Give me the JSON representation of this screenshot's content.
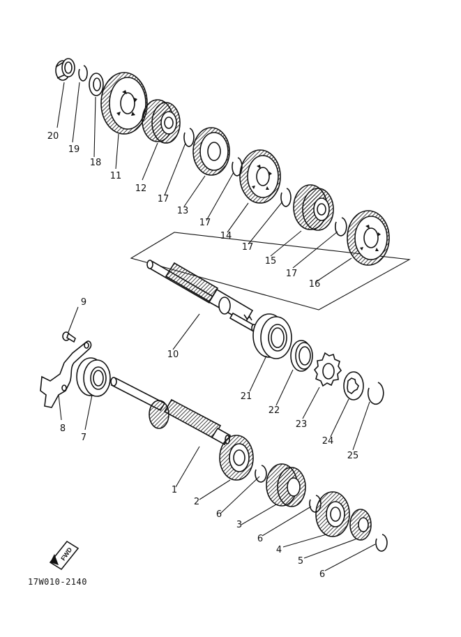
{
  "diagram": {
    "part_number": "17W010-2140",
    "direction_badge": "FWD",
    "callouts": [
      {
        "id": "c20",
        "label": "20"
      },
      {
        "id": "c19",
        "label": "19"
      },
      {
        "id": "c18",
        "label": "18"
      },
      {
        "id": "c11",
        "label": "11"
      },
      {
        "id": "c12",
        "label": "12"
      },
      {
        "id": "c17a",
        "label": "17"
      },
      {
        "id": "c13",
        "label": "13"
      },
      {
        "id": "c17b",
        "label": "17"
      },
      {
        "id": "c14",
        "label": "14"
      },
      {
        "id": "c17c",
        "label": "17"
      },
      {
        "id": "c15",
        "label": "15"
      },
      {
        "id": "c17d",
        "label": "17"
      },
      {
        "id": "c16",
        "label": "16"
      },
      {
        "id": "c9",
        "label": "9"
      },
      {
        "id": "c10",
        "label": "10"
      },
      {
        "id": "c8",
        "label": "8"
      },
      {
        "id": "c7",
        "label": "7"
      },
      {
        "id": "c21",
        "label": "21"
      },
      {
        "id": "c22",
        "label": "22"
      },
      {
        "id": "c23",
        "label": "23"
      },
      {
        "id": "c24",
        "label": "24"
      },
      {
        "id": "c25",
        "label": "25"
      },
      {
        "id": "c1",
        "label": "1"
      },
      {
        "id": "c2",
        "label": "2"
      },
      {
        "id": "c6a",
        "label": "6"
      },
      {
        "id": "c3",
        "label": "3"
      },
      {
        "id": "c6b",
        "label": "6"
      },
      {
        "id": "c4",
        "label": "4"
      },
      {
        "id": "c5",
        "label": "5"
      },
      {
        "id": "c6c",
        "label": "6"
      }
    ]
  }
}
